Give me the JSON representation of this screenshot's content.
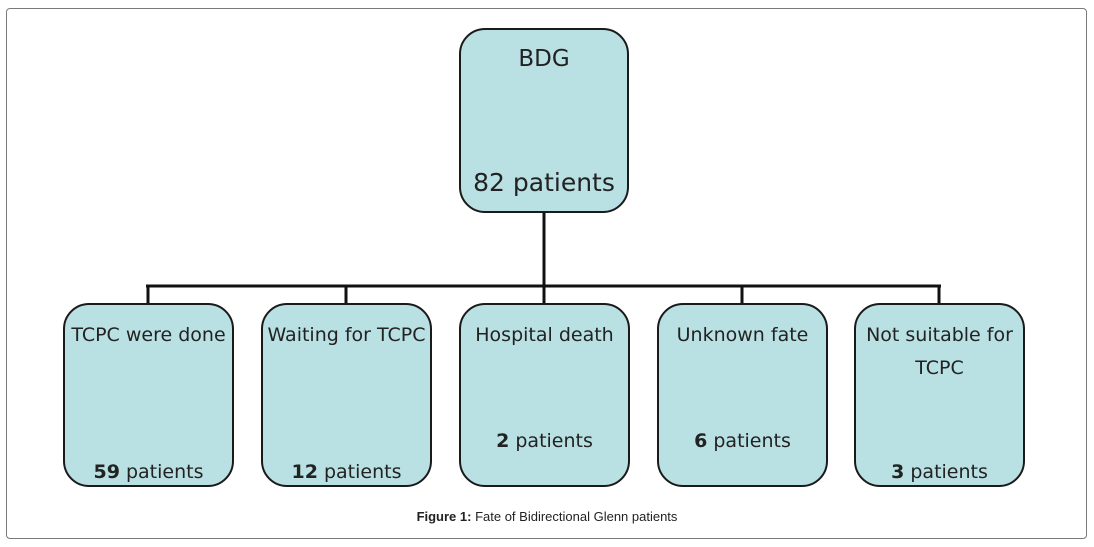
{
  "root": {
    "title": "BDG",
    "count": "82 patients"
  },
  "children": [
    {
      "label": "TCPC were done",
      "count_num": "59",
      "count_unit": " patients"
    },
    {
      "label": "Waiting for TCPC",
      "count_num": "12",
      "count_unit": " patients"
    },
    {
      "label": "Hospital death",
      "count_num": "2",
      "count_unit": " patients"
    },
    {
      "label": "Unknown fate",
      "count_num": "6",
      "count_unit": " patients"
    },
    {
      "label": "Not suitable for TCPC",
      "count_num": "3",
      "count_unit": " patients"
    }
  ],
  "caption": {
    "prefix": "Figure 1:",
    "text": " Fate of Bidirectional Glenn patients"
  },
  "colors": {
    "node_fill": "#b9e0e3",
    "node_border": "#1a1a1a"
  }
}
